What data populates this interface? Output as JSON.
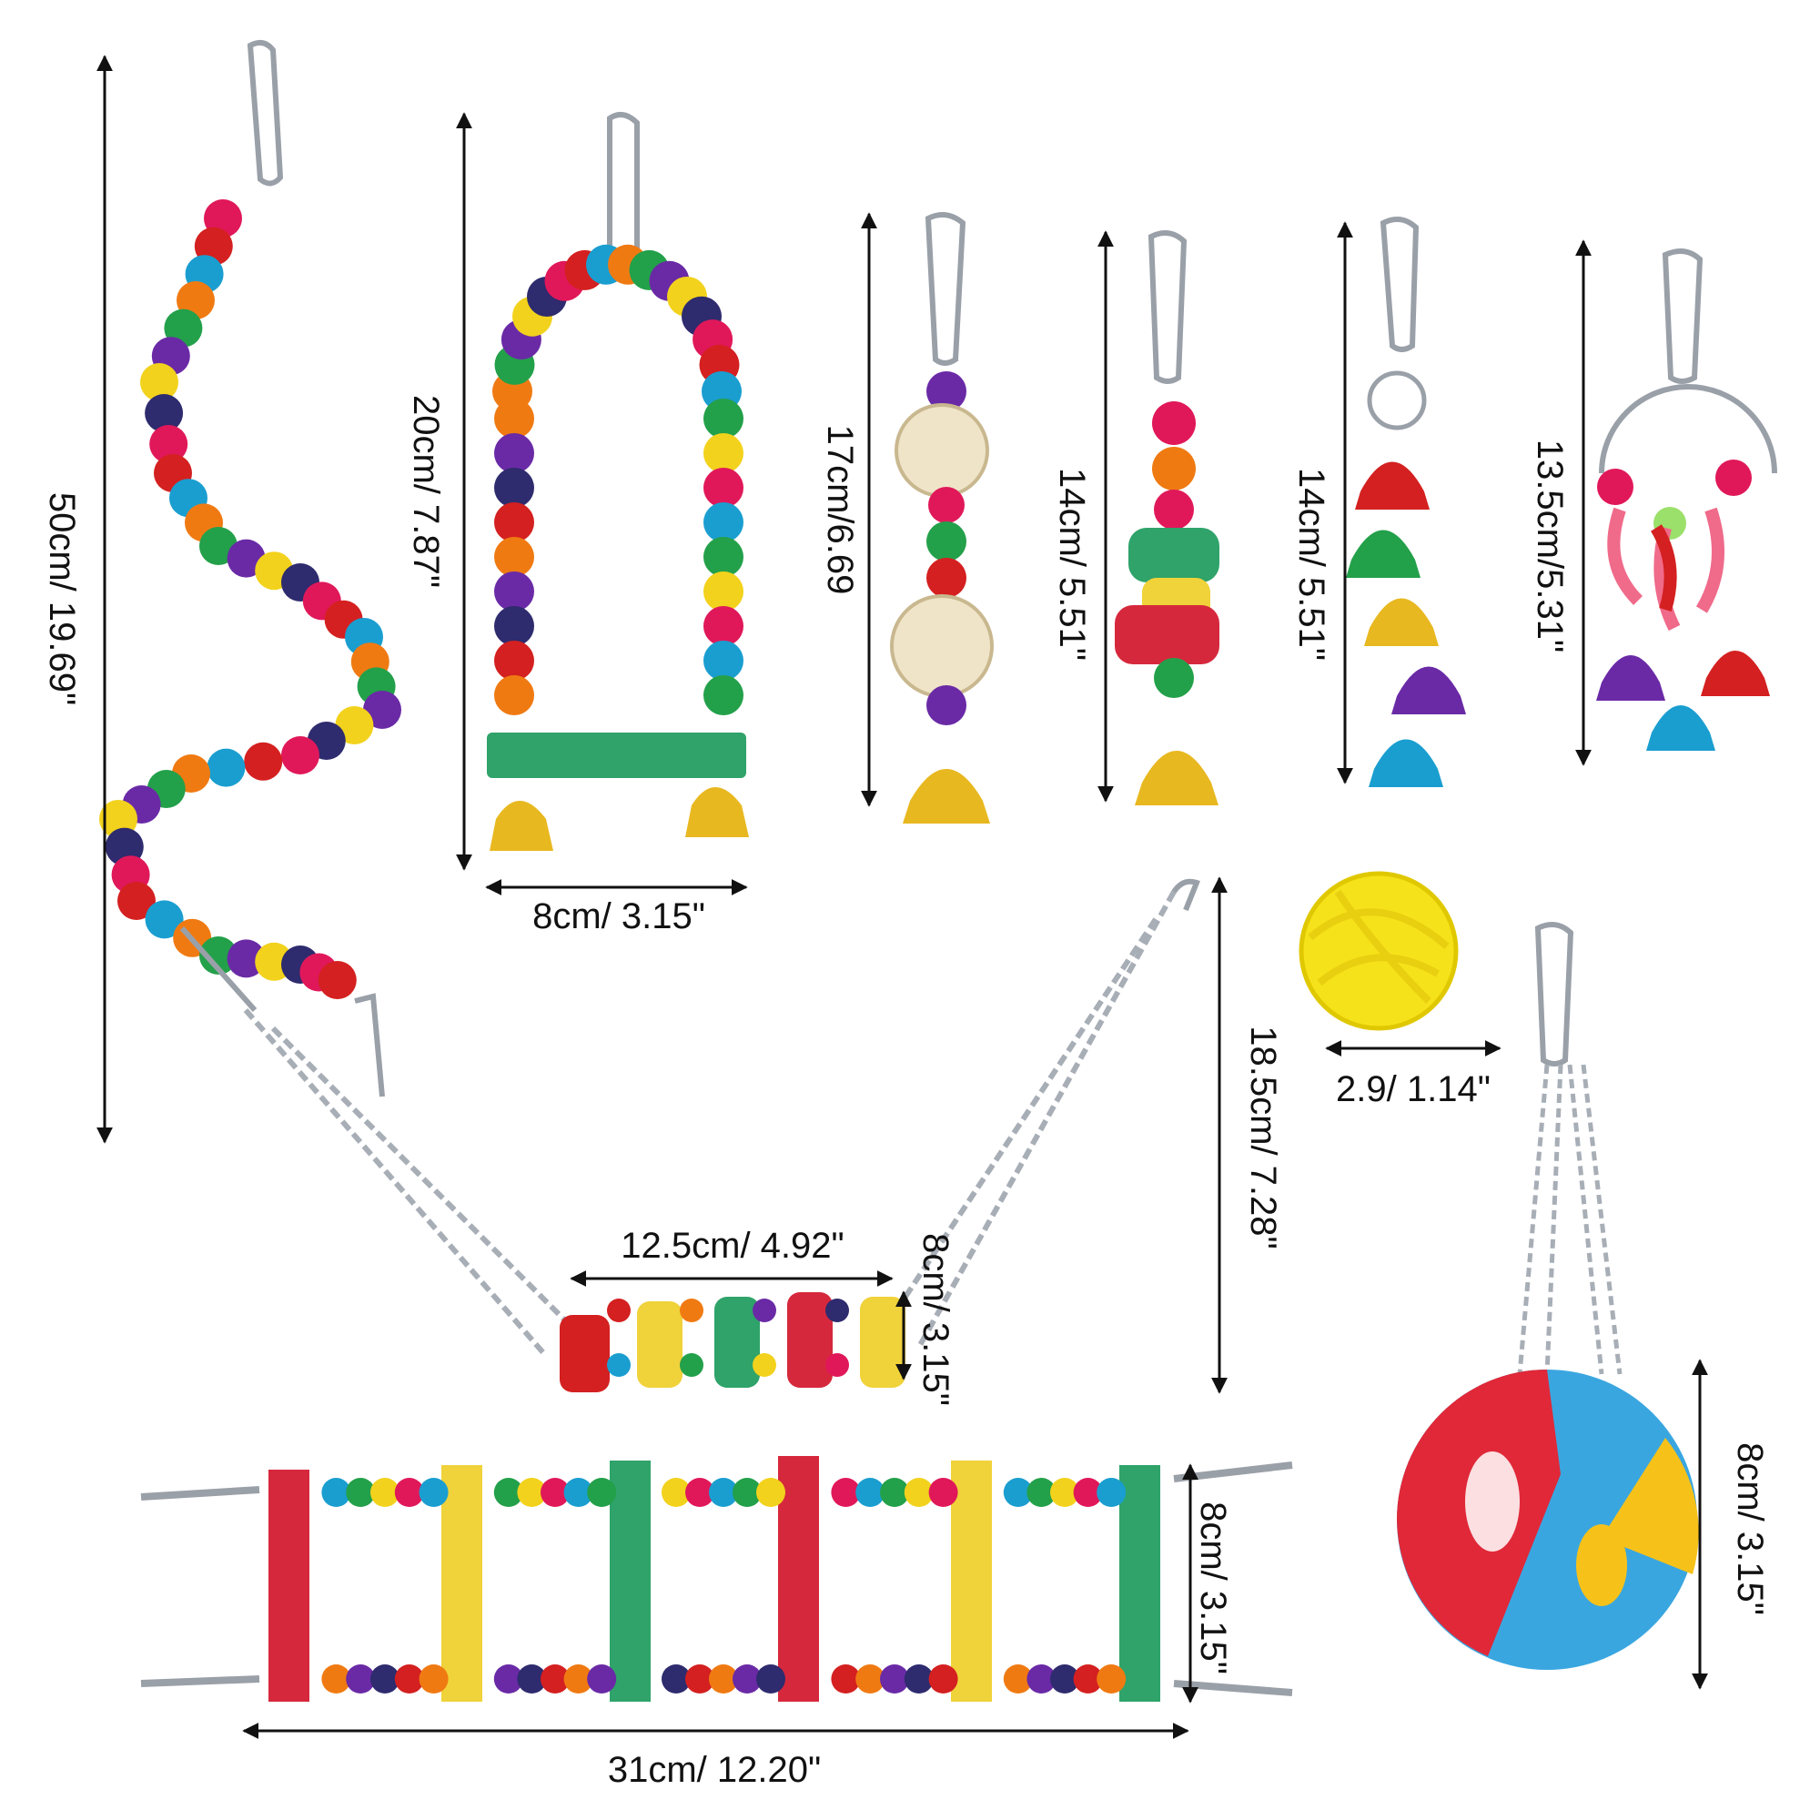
{
  "dimensions": {
    "rope_length": "50cm/ 19.69\"",
    "swing_height": "20cm/ 7.87\"",
    "swing_width": "8cm/ 3.15\"",
    "rattan_toy_height": "17cm/6.69",
    "spool_toy_height": "14cm/ 5.51\"",
    "bell_toy_height": "14cm/ 5.51\"",
    "ring_toy_height": "13.5cm/5.31\"",
    "rattan_ball_width": "2.9/ 1.14\"",
    "hammock_height": "18.5cm/ 7.28\"",
    "hammock_width": "12.5cm/ 4.92\"",
    "hammock_depth": "8cm/ 3.15\"",
    "ladder_width": "31cm/ 12.20\"",
    "ladder_height": "8cm/ 3.15\"",
    "ball_toy_height": "8cm/ 3.15\""
  },
  "palette": {
    "bead": [
      "#e0185a",
      "#d42020",
      "#1a9ed0",
      "#f07a12",
      "#23a04a",
      "#6a2aa6",
      "#f2d21c",
      "#2e2b6e"
    ],
    "wood_green": "#2fa36a",
    "wood_red": "#d6283c",
    "wood_yellow": "#f0d23a",
    "gold_bell": "#e8b820",
    "metal": "#9aa0a8",
    "rattan": "#efe4c8",
    "yellow_ball": "#f6e21a",
    "ball_red": "#e02838",
    "ball_blue": "#3aa6e0",
    "ball_yellow": "#f6c21a"
  }
}
